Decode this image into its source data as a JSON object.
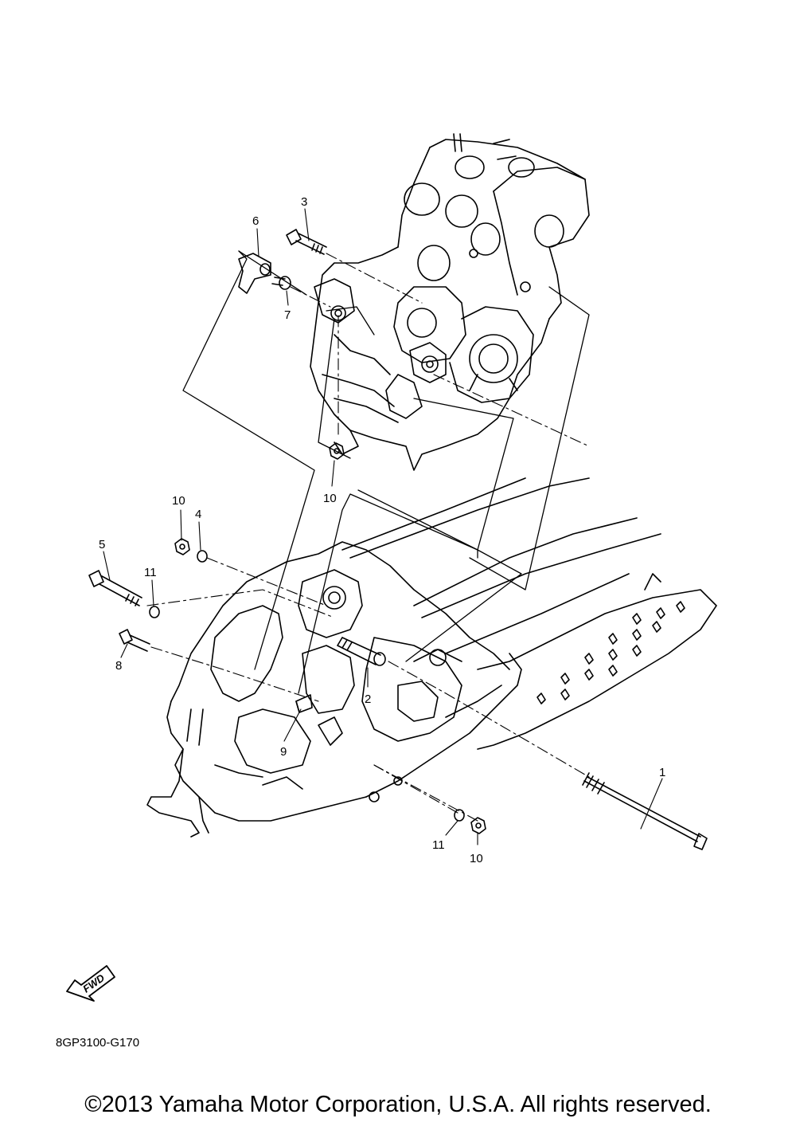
{
  "callouts": [
    {
      "id": "1",
      "label": "1"
    },
    {
      "id": "2",
      "label": "2"
    },
    {
      "id": "3",
      "label": "3"
    },
    {
      "id": "4",
      "label": "4"
    },
    {
      "id": "5",
      "label": "5"
    },
    {
      "id": "6",
      "label": "6"
    },
    {
      "id": "7",
      "label": "7"
    },
    {
      "id": "8",
      "label": "8"
    },
    {
      "id": "9",
      "label": "9"
    },
    {
      "id": "10a",
      "label": "10"
    },
    {
      "id": "10b",
      "label": "10"
    },
    {
      "id": "10c",
      "label": "10"
    },
    {
      "id": "11a",
      "label": "11"
    },
    {
      "id": "11b",
      "label": "11"
    }
  ],
  "fwd_label": "FWD",
  "diagram_code": "8GP3100-G170",
  "copyright": "©2013 Yamaha Motor Corporation, U.S.A. All rights reserved.",
  "colors": {
    "ink": "#000000",
    "paper": "#ffffff"
  }
}
